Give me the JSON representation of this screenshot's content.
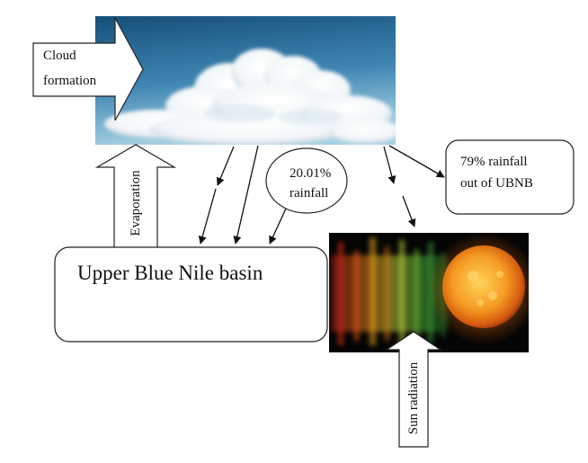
{
  "diagram": {
    "cloud_label_line1": "Cloud",
    "cloud_label_line2": "formation",
    "evaporation_label": "Evaporation",
    "rainfall_inside_line1": "20.01%",
    "rainfall_inside_line2": "rainfall",
    "rainfall_outside_line1": "79% rainfall",
    "rainfall_outside_line2": "out of UBNB",
    "basin_label": "Upper Blue Nile basin",
    "sun_label": "Sun radiation"
  },
  "colors": {
    "sky_top": "#1c5b86",
    "sky_bottom": "#8fc3dd",
    "cloud_white": "#ffffff",
    "sun_orange": "#f08a1c",
    "sun_core": "#ffd24a",
    "outline": "#222222"
  },
  "icons": [
    "cloud-photo",
    "sun-photo"
  ]
}
